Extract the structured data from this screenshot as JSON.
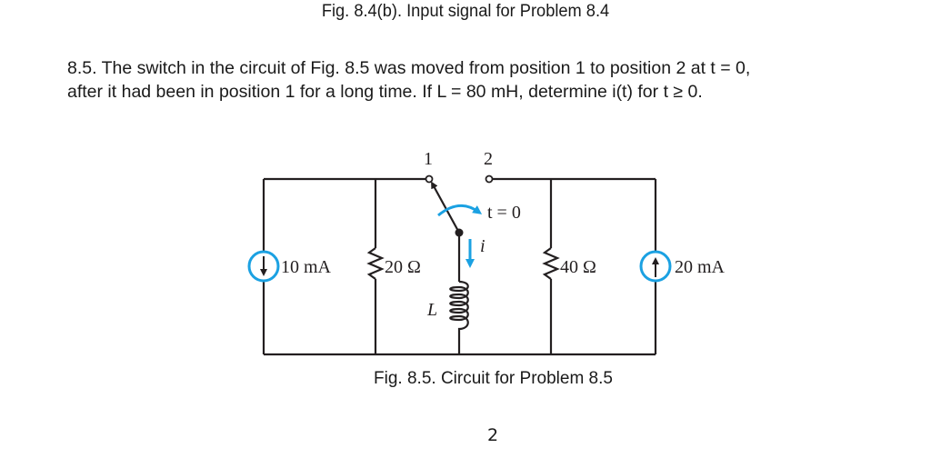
{
  "prev_figure_caption": "Fig. 8.4(b). Input signal for Problem 8.4",
  "problem": {
    "line1": "8.5. The switch in the circuit of Fig. 8.5 was moved from position 1 to position 2 at t = 0,",
    "line2": "after it had been in position 1 for a long time. If L = 80 mH, determine i(t) for t ≥ 0."
  },
  "circuit": {
    "terminal_1_label": "1",
    "terminal_2_label": "2",
    "switch_time_label": "t = 0",
    "current_label": "i",
    "source_left_label": "10 mA",
    "resistor_left_label": "20 Ω",
    "inductor_label": "L",
    "resistor_right_label": "40 Ω",
    "source_right_label": "20 mA",
    "accent_color": "#1ba1e2",
    "wire_color": "#231f20"
  },
  "figure_caption": "Fig. 8.5. Circuit for Problem 8.5",
  "page_number": "2"
}
